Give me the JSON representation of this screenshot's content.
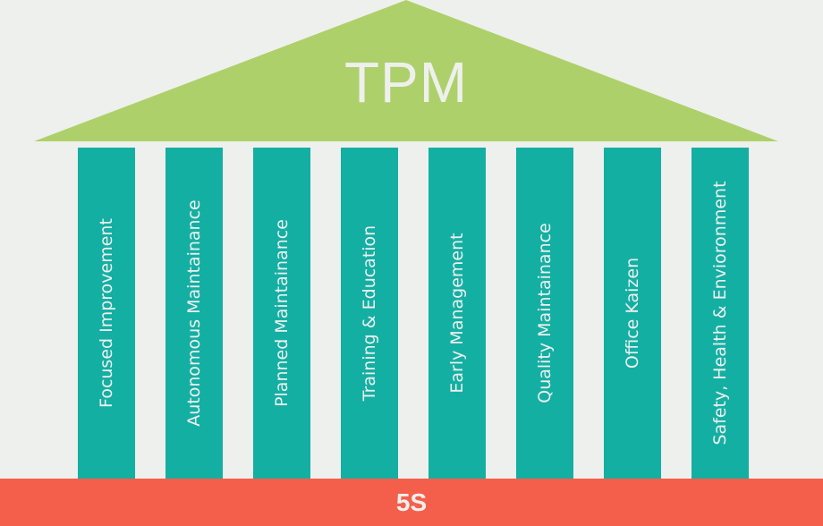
{
  "roof": {
    "label": "TPM",
    "color": "#aed06a"
  },
  "pillars": [
    "Focused Improvement",
    "Autonomous Maintainance",
    "Planned Maintainance",
    "Training & Education",
    "Early Management",
    "Quality Maintainance",
    "Office Kaizen",
    "Safety, Health & Envioronment"
  ],
  "pillar_color": "#14afa3",
  "base": {
    "label": "5S",
    "color": "#f45f4c"
  }
}
